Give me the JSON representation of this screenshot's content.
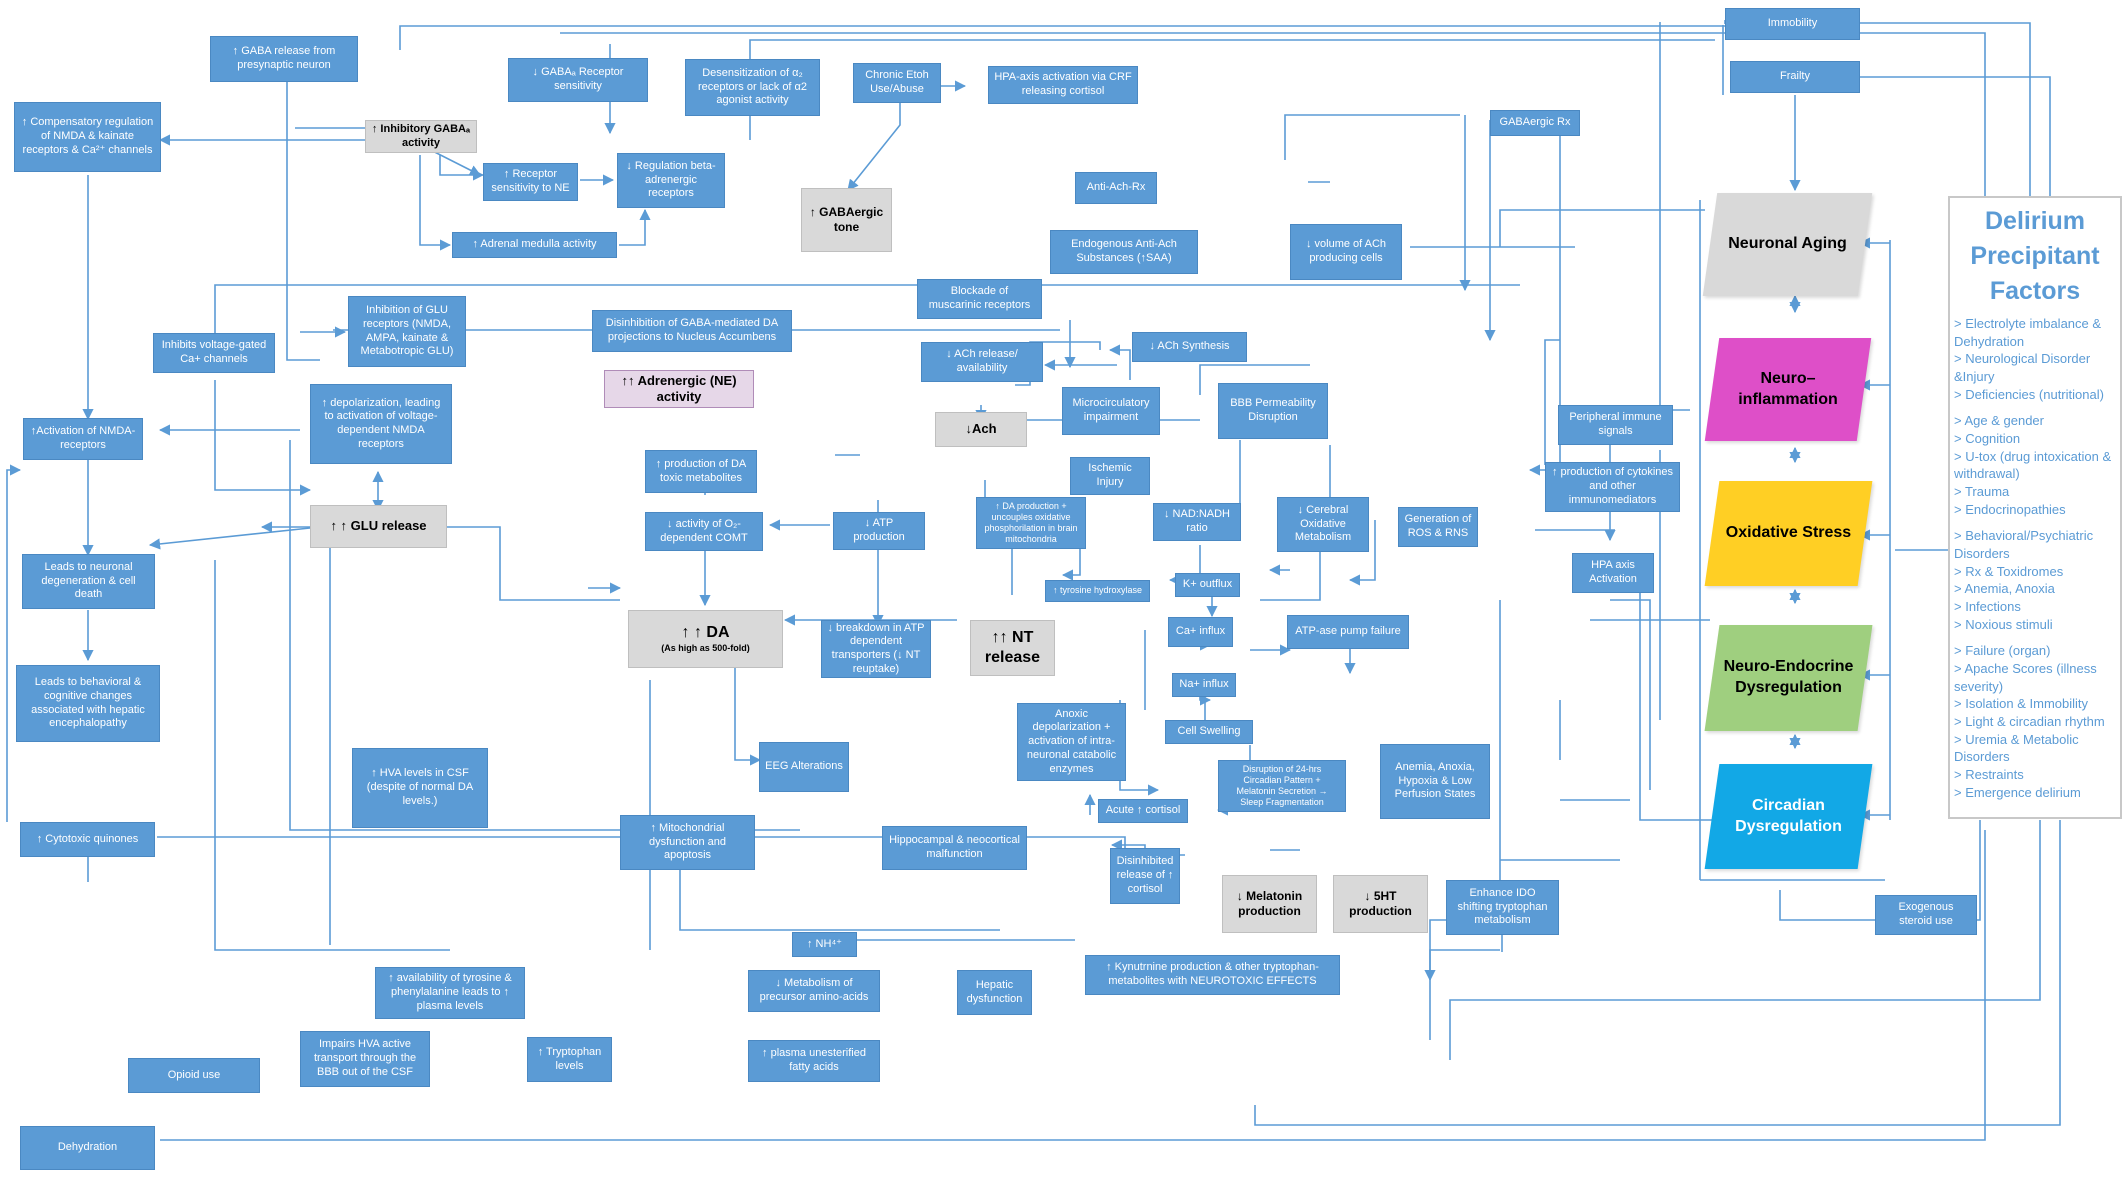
{
  "nodes": {
    "gaba_release": "↑ GABA release from presynaptic neuron",
    "gabaa_sens": "↓ GABAₐ Receptor sensitivity",
    "desens_a2": "Desensitization of α₂ receptors or lack of α2 agonist activity",
    "chronic_etoh": "Chronic Etoh Use/Abuse",
    "hpa_crf": "HPA-axis activation via CRF releasing cortisol",
    "immobility": "Immobility",
    "frailty": "Frailty",
    "compensatory": "↑ Compensatory regulation of NMDA & kainate receptors & Ca²⁺ channels",
    "inhibitory_gaba": "↑ Inhibitory GABAₐ activity",
    "receptor_ne": "↑ Receptor sensitivity to NE",
    "regulation_beta": "↓ Regulation beta-adrenergic receptors",
    "gabaergic_tone": "↑ GABAergic tone",
    "gabaergic_rx": "GABAergic Rx",
    "anti_ach_rx": "Anti-Ach-Rx",
    "adrenal_medulla": "↑ Adrenal medulla activity",
    "endogenous_antiach": "Endogenous Anti-Ach Substances (↑SAA)",
    "volume_ach": "↓ volume of ACh producing cells",
    "inhibits_ca": "Inhibits voltage-gated Ca+ channels",
    "inhibition_glu": "Inhibition of GLU receptors (NMDA, AMPA, kainate & Metabotropic GLU)",
    "disinhibition_gaba": "Disinhibition of GABA-mediated DA projections to Nucleus Accumbens",
    "blockade_musc": "Blockade of muscarinic receptors",
    "adrenergic_ne": "↑↑ Adrenergic (NE) activity",
    "ach_release": "↓ ACh release/ availability",
    "ach_synthesis": "↓ ACh Synthesis",
    "activation_nmda": "↑Activation of NMDA-receptors",
    "depolarization": "↑ depolarization, leading to activation of voltage-dependent NMDA receptors",
    "microcirculatory": "Microcirculatory impairment",
    "bbb_perm": "BBB Permeability Disruption",
    "ach_low": "↓Ach",
    "peripheral_immune": "Peripheral immune signals",
    "production_da_toxic": "↑ production of DA toxic metabolites",
    "ischemic": "Ischemic Injury",
    "production_cytokines": "↑ production of cytokines and other immunomediators",
    "glu_release": "↑ ↑ GLU release",
    "activity_comt": "↓ activity of O₂-dependent COMT",
    "atp_production": "↓ ATP production",
    "da_production_uncouples": "↑ DA production + uncouples oxidative phosphorilation in brain mitochondria",
    "nad_ratio": "↓ NAD:NADH ratio",
    "cerebral_oxidative": "↓ Cerebral Oxidative Metabolism",
    "generation_ros": "Generation of ROS & RNS",
    "leads_neuronal": "Leads to neuronal degeneration & cell death",
    "k_outflux": "K+ outflux",
    "hpa_activation": "HPA axis Activation",
    "tyrosine_hydroxylase": "↑ tyrosine hydroxylase",
    "da_main": "↑ ↑ DA",
    "da_sub": "(As high as 500-fold)",
    "breakdown_atp": "↓ breakdown in ATP dependent transporters (↓ NT reuptake)",
    "nt_release": "↑↑ NT release",
    "ca_influx": "Ca+ influx",
    "atpase_failure": "ATP-ase pump failure",
    "leads_behavioral": "Leads to behavioral & cognitive changes associated with hepatic encephalopathy",
    "na_influx": "Na+ influx",
    "anoxic": "Anoxic depolarization + activation of intra-neuronal catabolic enzymes",
    "cell_swelling": "Cell Swelling",
    "hva_csf": "↑ HVA levels in CSF (despite of normal DA levels.)",
    "eeg": "EEG Alterations",
    "disruption_24": "Disruption of 24-hrs Circadian Pattern + Melatonin Secretion → Sleep Fragmentation",
    "anemia": "Anemia, Anoxia, Hypoxia & Low Perfusion States",
    "acute_cortisol": "Acute ↑ cortisol",
    "cytotoxic": "↑ Cytotoxic quinones",
    "mitochondrial": "↑ Mitochondrial dysfunction and apoptosis",
    "hippocampal": "Hippocampal & neocortical malfunction",
    "disinhibited": "Disinhibited release of ↑ cortisol",
    "melatonin": "↓ Melatonin production",
    "five_ht": "↓ 5HT production",
    "enhance_ido": "Enhance IDO shifting tryptophan metabolism",
    "exogenous": "Exogenous steroid use",
    "nh4": "↑ NH⁴⁺",
    "availability_tyr": "↑ availability of tyrosine & phenylalanine leads to ↑ plasma levels",
    "metabolism_amino": "↓ Metabolism of precursor amino-acids",
    "hepatic": "Hepatic dysfunction",
    "kynurenine": "↑ Kynutrnine production & other tryptophan-metabolites with NEUROTOXIC EFFECTS",
    "impairs_hva": "Impairs HVA active transport through the BBB out of the CSF",
    "tryptophan": "↑ Tryptophan levels",
    "plasma_fatty": "↑ plasma unesterified fatty acids",
    "opioid": "Opioid use",
    "dehydration": "Dehydration"
  },
  "factors": {
    "neuronal_aging": "Neuronal Aging",
    "neuroinflammation": "Neuro– inflammation",
    "oxidative_stress": "Oxidative Stress",
    "neuroendocrine": "Neuro-Endocrine Dysregulation",
    "circadian": "Circadian Dysregulation"
  },
  "panel": {
    "title": "Delirium Precipitant Factors",
    "items": [
      "> Electrolyte imbalance & Dehydration",
      "> Neurological Disorder &Injury",
      "> Deficiencies (nutritional)",
      "> Age & gender",
      "> Cognition",
      "> U-tox (drug intoxication & withdrawal)",
      "> Trauma",
      "> Endocrinopathies",
      "> Behavioral/Psychiatric Disorders",
      "> Rx & Toxidromes",
      "> Anemia, Anoxia",
      "> Infections",
      "> Noxious stimuli",
      "> Failure (organ)",
      "> Apache Scores (illness severity)",
      "> Isolation & Immobility",
      "> Light & circadian rhythm",
      "> Uremia & Metabolic Disorders",
      "> Restraints",
      "> Emergence delirium"
    ]
  },
  "colors": {
    "box": "#5b9bd5",
    "line": "#5b9bd5",
    "grey": "#d9d9d9",
    "pink": "#e6d7e8",
    "neuronal_aging": "#d9d9d9",
    "neuroinflammation": "#de4fc8",
    "oxidative_stress": "#ffcf24",
    "neuroendocrine": "#9fcf7f",
    "circadian": "#12a8e6"
  }
}
